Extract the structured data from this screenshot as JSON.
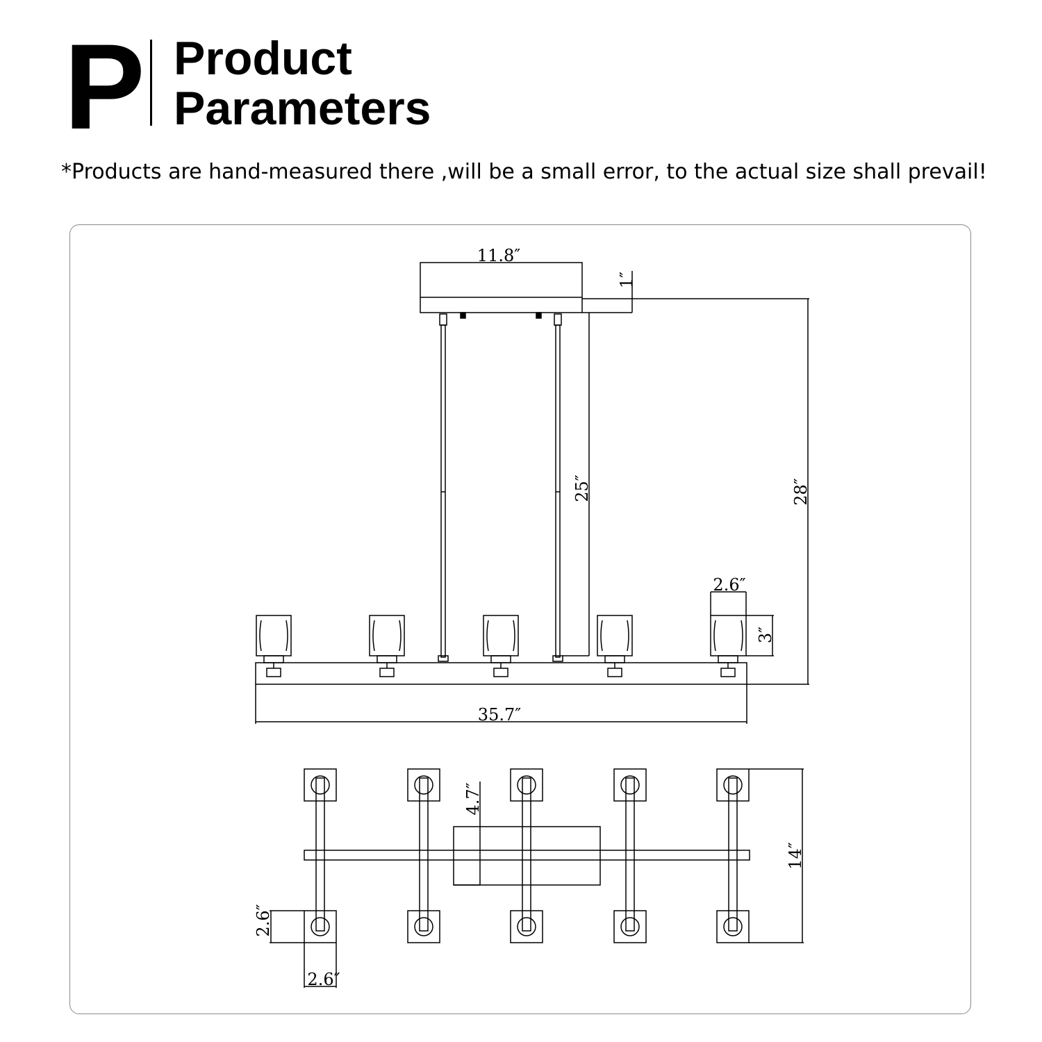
{
  "header": {
    "letter": "P",
    "title_line1": "Product",
    "title_line2": "Parameters",
    "note": "*Products are hand-measured there ,will be a small error, to the actual size shall prevail!"
  },
  "dimensions": {
    "canopy_width": "11.8″",
    "canopy_height": "1″",
    "rod_length": "25″",
    "total_height": "28″",
    "shade_width": "2.6″",
    "shade_height": "3″",
    "bar_length": "35.7″",
    "top_canopy_depth": "4.7″",
    "top_depth": "14″",
    "top_shade_depth": "2.6″",
    "top_shade_width": "2.6″"
  },
  "colors": {
    "line": "#000000",
    "panel_border": "#8a8a8a"
  }
}
